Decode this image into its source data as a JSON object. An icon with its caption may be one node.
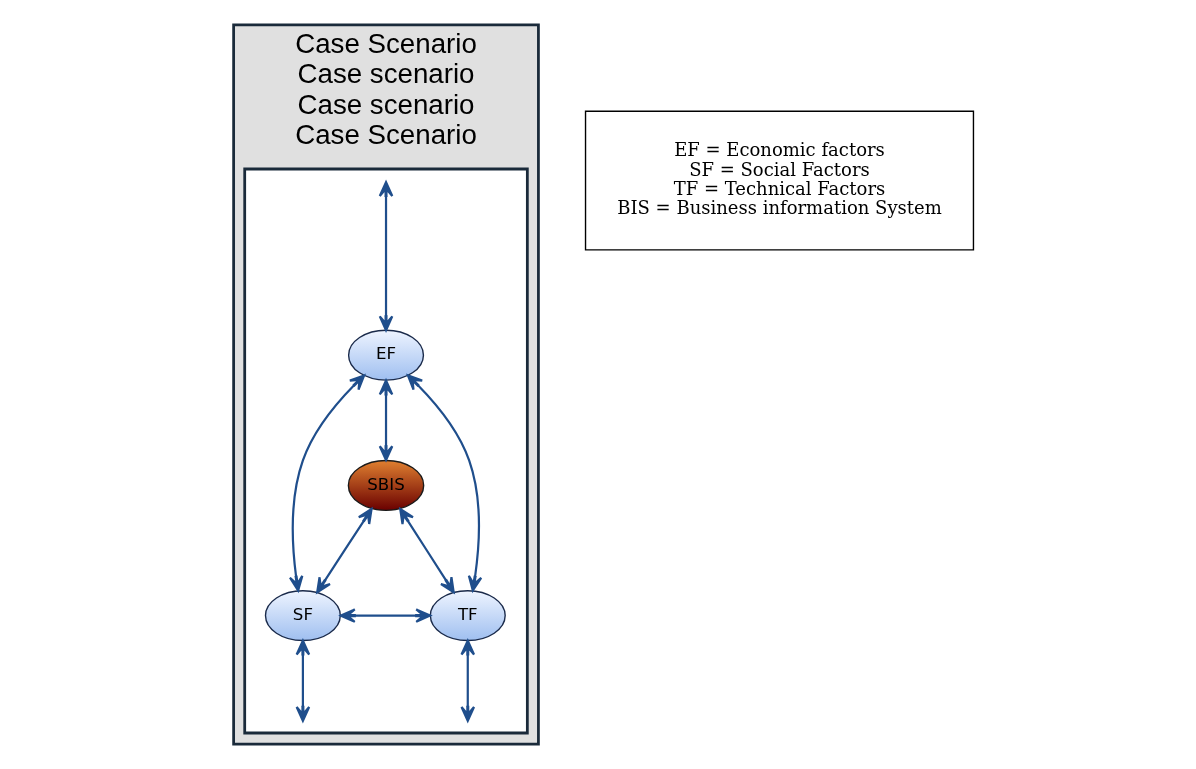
{
  "diagram": {
    "nodes": [
      {
        "text": [
          "Case Scenario",
          "Case scenario",
          "Case scenario",
          "Case Scenario"
        ]
      },
      {
        "text": [],
        "shape": "box",
        "in": 0
      },
      {
        "text": [
          "EF"
        ],
        "in": 1
      },
      {
        "text": [
          "SBIS"
        ],
        "in": 1
      },
      {
        "text": [
          "SF"
        ],
        "in": 1
      },
      {
        "text": [
          "TF"
        ],
        "in": 1
      },
      {
        "text": [
          "EF = Economic factors",
          "SF = Social Factors",
          "TF = Technical Factors",
          "BIS = Business information System"
        ]
      }
    ],
    "edges": [
      {
        "from": null,
        "to": 2,
        "arrow": "both"
      },
      {
        "from": 2,
        "to": 3,
        "arrow": "both"
      },
      {
        "from": 2,
        "to": 4,
        "arrow": "both"
      },
      {
        "from": 2,
        "to": 5,
        "arrow": "both"
      },
      {
        "from": 3,
        "to": 4,
        "arrow": "both"
      },
      {
        "from": 3,
        "to": 5,
        "arrow": "both"
      },
      {
        "from": 4,
        "to": 5,
        "arrow": "both"
      },
      {
        "from": 4,
        "to": null,
        "arrow": "both"
      },
      {
        "from": 5,
        "to": null,
        "arrow": "both"
      }
    ]
  }
}
